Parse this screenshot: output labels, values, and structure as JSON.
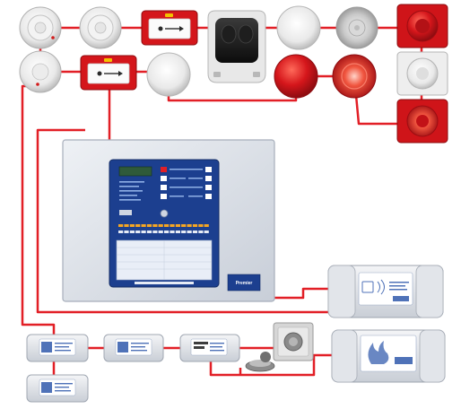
{
  "colors": {
    "wire": "#e21f26",
    "panel_body": "#dfe3ea",
    "panel_face": "#1c3f8f",
    "lcd": "#2f5a3a",
    "sounder_red": "#d4161b",
    "unit_blue": "#4f72b8",
    "magnet_grey": "#9a9a9a"
  },
  "devices": {
    "top_row": [
      "smoke-detector",
      "smoke-detector",
      "manual-call-point",
      "beam-detector",
      "optical-detector",
      "heat-detector",
      "wall-sounder-red"
    ],
    "second_row": [
      "smoke-detector",
      "manual-call-point",
      "optical-detector",
      "beacon-red",
      "beacon-red-flashing",
      "wall-sounder-white",
      "wall-sounder-red-strobe"
    ],
    "bottom": [
      "interface-module",
      "interface-module",
      "interface-module",
      "interface-module",
      "door-magnet",
      "door-retainer",
      "wireless-translator",
      "power-supply-unit"
    ]
  },
  "panel": {
    "brand": "Premier",
    "zones": 32
  }
}
